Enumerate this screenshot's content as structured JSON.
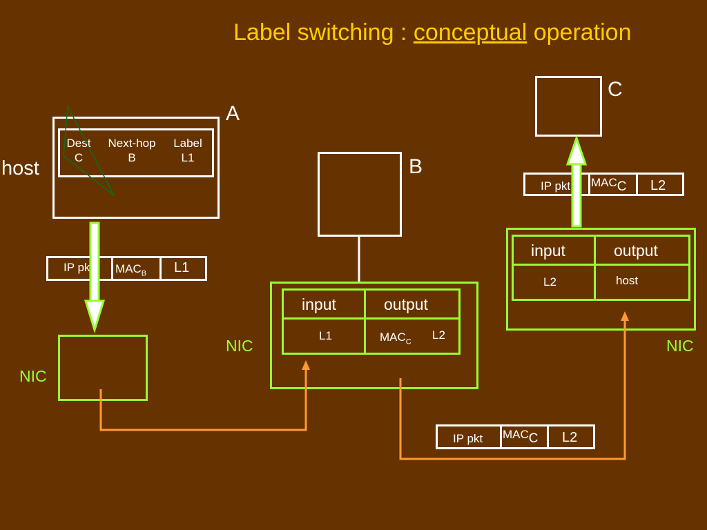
{
  "title": {
    "part1": "Label switching : ",
    "emph": "conceptual",
    "part2": " operation"
  },
  "nodes": {
    "a": "A",
    "b": "B",
    "c": "C",
    "host": "host"
  },
  "nic_label": "NIC",
  "forwarding_table": {
    "headers": [
      "Dest",
      "Next-hop",
      "Label"
    ],
    "row": [
      "C",
      "B",
      "L1"
    ]
  },
  "label_table_b": {
    "headers": [
      "input",
      "output"
    ],
    "row": {
      "input": "L1",
      "mac": "MAC",
      "mac_sub": "C",
      "label": "L2"
    }
  },
  "label_table_c": {
    "headers": [
      "input",
      "output"
    ],
    "row": {
      "input": "L2",
      "output": "host"
    }
  },
  "packet_1": {
    "ip": "IP pkt",
    "mac": "MAC",
    "mac_sub": "B",
    "label": "L1"
  },
  "packet_2": {
    "ip": "IP pkt",
    "mac": "MAC",
    "mac_sub": "C",
    "label": "L2"
  },
  "packet_3": {
    "ip": "IP pkt",
    "mac": "MAC",
    "mac_sub": "C",
    "label": "L2"
  },
  "colors": {
    "background": "#663300",
    "title": "#ffcc00",
    "nic": "#99ff33",
    "link": "#ff9933",
    "box": "#ffffff"
  }
}
